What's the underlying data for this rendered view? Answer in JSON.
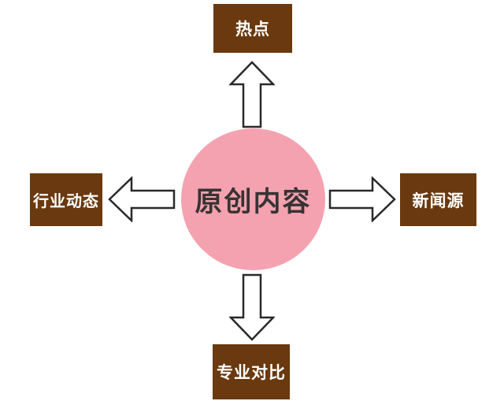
{
  "diagram": {
    "center": {
      "label": "原创内容"
    },
    "nodes": [
      {
        "id": "top",
        "label": "热点",
        "direction": "up"
      },
      {
        "id": "left",
        "label": "行业动态",
        "direction": "left"
      },
      {
        "id": "right",
        "label": "新闻源",
        "direction": "right"
      },
      {
        "id": "bottom",
        "label": "专业对比",
        "direction": "down"
      }
    ],
    "arrows": [
      {
        "from": "center",
        "to": "top",
        "icon": "arrow-up-icon"
      },
      {
        "from": "center",
        "to": "left",
        "icon": "arrow-left-icon"
      },
      {
        "from": "center",
        "to": "right",
        "icon": "arrow-right-icon"
      },
      {
        "from": "center",
        "to": "bottom",
        "icon": "arrow-down-icon"
      }
    ],
    "colors": {
      "background": "#FFFFFF",
      "center_fill": "#F4A2B0",
      "center_text": "#373334",
      "node_fill": "#6A390F",
      "node_text": "#FFFFFF",
      "arrow_fill": "#FFFFFF",
      "arrow_stroke": "#2B2829"
    }
  }
}
